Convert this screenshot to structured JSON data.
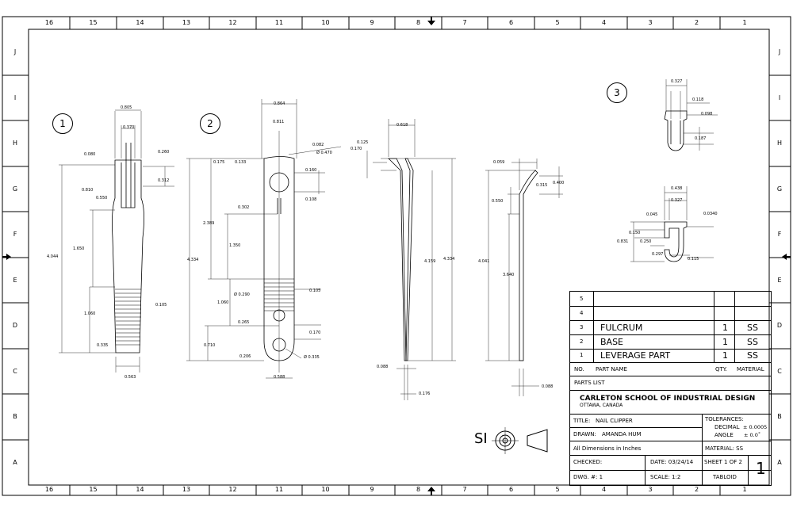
{
  "zones_horizontal": [
    "16",
    "15",
    "14",
    "13",
    "12",
    "11",
    "10",
    "9",
    "8",
    "7",
    "6",
    "5",
    "4",
    "3",
    "2",
    "1"
  ],
  "zones_vertical": [
    "J",
    "I",
    "H",
    "G",
    "F",
    "E",
    "D",
    "C",
    "B",
    "A"
  ],
  "views": {
    "v1": "1",
    "v2": "2",
    "v3": "3"
  },
  "dims": {
    "d805": "0.805",
    "d370": "0.370",
    "d260": "0.260",
    "d080": "0.080",
    "d312": "0.312",
    "d810": "0.810",
    "d550a": "0.550",
    "d4044": "4.044",
    "d1650": "1.650",
    "d1060a": "1.060",
    "d105a": "0.105",
    "d335": "0.335",
    "d563": "0.563",
    "d864": "0.864",
    "d811": "0.811",
    "d082": "0.082",
    "d470": "Ø 0.470",
    "d175": "0.175",
    "d133": "0.133",
    "d160": "0.160",
    "d108": "0.108",
    "d2389": "2.389",
    "d302": "0.302",
    "d4334a": "4.334",
    "d1350": "1.350",
    "d290": "Ø 0.290",
    "d105b": "0.105",
    "d1060b": "1.060",
    "d265": "0.265",
    "d170": "0.170",
    "d710": "0.710",
    "d206": "0.206",
    "d335b": "Ø 0.335",
    "d588": "0.588",
    "d125": "0.125",
    "d170b": "0.170",
    "d618": "0.618",
    "d4159": "4.159",
    "d4334b": "4.334",
    "d088a": "0.088",
    "d176": "0.176",
    "d059": "0.059",
    "d315": "0.315",
    "d400": "0.400",
    "d550b": "0.550",
    "d4041": "4.041",
    "d3640": "3.640",
    "d088b": "0.088",
    "d327a": "0.327",
    "d118": "0.118",
    "d098": "0.098",
    "d187": "0.187",
    "d438": "0.438",
    "d327b": "0.327",
    "d045": "0.045",
    "d0340": "0.0340",
    "d150": "0.150",
    "d250": "0.250",
    "d831": "0.831",
    "d297": "0.297",
    "d115": "0.115"
  },
  "parts_list": {
    "rows": [
      {
        "no": "5",
        "name": "",
        "qty": "",
        "material": ""
      },
      {
        "no": "4",
        "name": "",
        "qty": "",
        "material": ""
      },
      {
        "no": "3",
        "name": "FULCRUM",
        "qty": "1",
        "material": "SS"
      },
      {
        "no": "2",
        "name": "BASE",
        "qty": "1",
        "material": "SS"
      },
      {
        "no": "1",
        "name": "LEVERAGE PART",
        "qty": "1",
        "material": "SS"
      }
    ],
    "header": {
      "no": "NO.",
      "name": "PART NAME",
      "qty": "QTY.",
      "material": "MATERIAL"
    },
    "caption": "PARTS LIST"
  },
  "title_block": {
    "school": "CARLETON SCHOOL OF INDUSTRIAL DESIGN",
    "city": "OTTAWA, CANADA",
    "title_label": "TITLE:",
    "title_value": "NAIL CLIPPER",
    "drawn_label": "DRAWN:",
    "drawn_value": "AMANDA HUM",
    "tolerances_label": "TOLERANCES:",
    "decimal_label": "DECIMAL",
    "decimal_value": "± 0.0005",
    "angle_label": "ANGLE",
    "angle_value": "± 0.0˚",
    "dims_note": "All Dimensions in Inches",
    "material": "MATERIAL: SS",
    "checked": "CHECKED:",
    "date": "DATE: 03/24/14",
    "sheet": "SHEET 1 OF 2",
    "sheet_big": "1",
    "dwg": "DWG. #: 1",
    "scale": "SCALE:  1:2",
    "size": "TABLOID",
    "si": "SI"
  }
}
